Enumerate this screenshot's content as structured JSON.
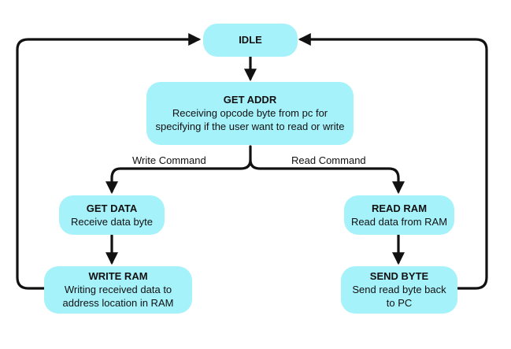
{
  "colors": {
    "node_fill": "#a6f2fb",
    "line": "#111111",
    "background": "#ffffff"
  },
  "nodes": {
    "idle": {
      "title": "IDLE"
    },
    "get_addr": {
      "title": "GET ADDR",
      "desc": "Receiving opcode byte from pc for specifying if the user want to read or write"
    },
    "get_data": {
      "title": "GET DATA",
      "desc": "Receive data byte"
    },
    "write_ram": {
      "title": "WRITE RAM",
      "desc": "Writing received data to address location in RAM"
    },
    "read_ram": {
      "title": "READ RAM",
      "desc": "Read data from RAM"
    },
    "send_byte": {
      "title": "SEND BYTE",
      "desc": "Send read byte back to PC"
    }
  },
  "edges": {
    "write_command": "Write Command",
    "read_command": "Read Command"
  }
}
